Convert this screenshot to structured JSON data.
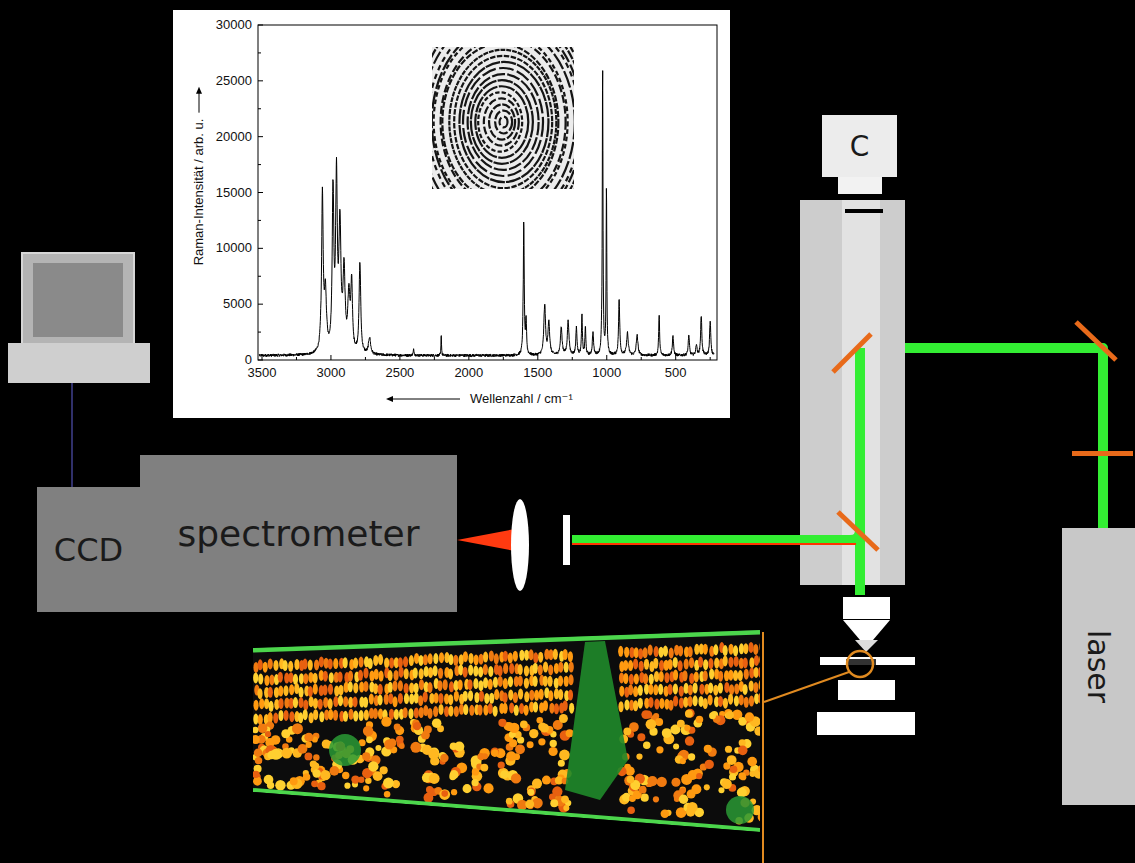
{
  "diagram": {
    "nodes": [
      {
        "text": [
          "C"
        ]
      },
      {
        "text": [
          "CCD"
        ]
      },
      {
        "text": [
          "spectrometer"
        ]
      },
      {
        "text": [
          "laser"
        ]
      }
    ],
    "labels": [
      "30000",
      "25000",
      "20000",
      "15000",
      "10000",
      "5000",
      "0",
      "Raman-Intensität / arb. u.",
      "3500",
      "3000",
      "2500",
      "2000",
      "1500",
      "1000",
      "500",
      "Wellenzahl / cm⁻¹"
    ]
  }
}
